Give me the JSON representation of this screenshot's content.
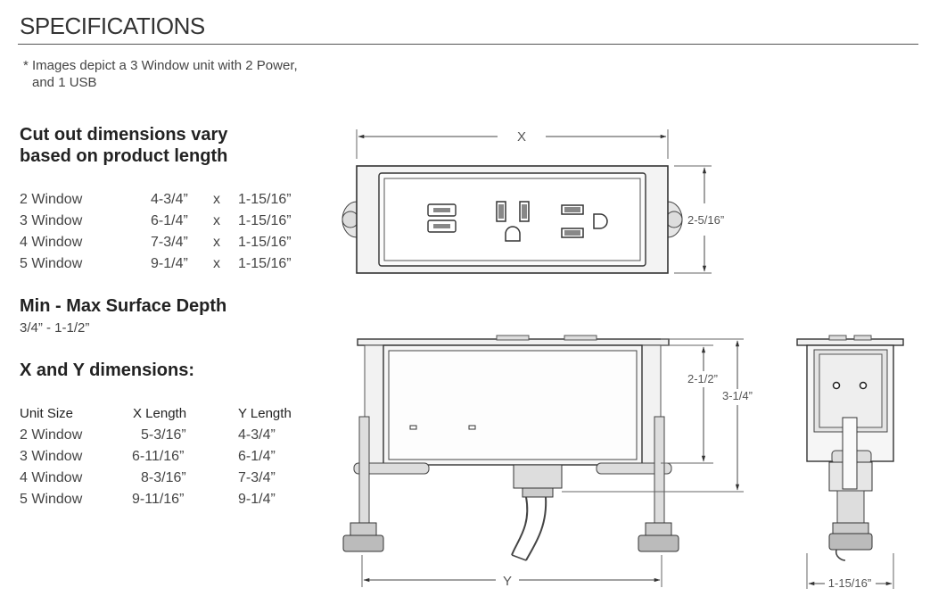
{
  "header": {
    "title": "SPECIFICATIONS",
    "note_line1": "* Images depict a 3 Window unit with 2 Power,",
    "note_line2": "and 1 USB"
  },
  "cutout": {
    "heading_line1": "Cut out dimensions vary",
    "heading_line2": "based on product length",
    "rows": [
      {
        "unit": "2 Window",
        "x": "4-3/4”",
        "sep": "x",
        "y": "1-15/16”"
      },
      {
        "unit": "3 Window",
        "x": "6-1/4”",
        "sep": "x",
        "y": "1-15/16”"
      },
      {
        "unit": "4 Window",
        "x": "7-3/4”",
        "sep": "x",
        "y": "1-15/16”"
      },
      {
        "unit": "5 Window",
        "x": "9-1/4”",
        "sep": "x",
        "y": "1-15/16”"
      }
    ]
  },
  "depth": {
    "heading": "Min - Max Surface Depth",
    "value": "3/4” - 1-1/2”"
  },
  "xy": {
    "heading": "X and Y dimensions:",
    "columns": [
      "Unit Size",
      "X Length",
      "Y Length"
    ],
    "rows": [
      {
        "unit": "2 Window",
        "x": "5-3/16”",
        "y": "4-3/4”"
      },
      {
        "unit": "3 Window",
        "x": "6-11/16”",
        "y": "6-1/4”"
      },
      {
        "unit": "4 Window",
        "x": "8-3/16”",
        "y": "7-3/4”"
      },
      {
        "unit": "5 Window",
        "x": "9-11/16”",
        "y": "9-1/4”"
      }
    ]
  },
  "diagram": {
    "top_x_label": "X",
    "top_height_label": "2-5/16”",
    "side_depth_inner": "2-1/2”",
    "side_depth_total": "3-1/4”",
    "side_y_label": "Y",
    "end_width_label": "1-15/16”"
  },
  "colors": {
    "line": "#555555",
    "fill": "#ececec",
    "dark": "#333333"
  }
}
